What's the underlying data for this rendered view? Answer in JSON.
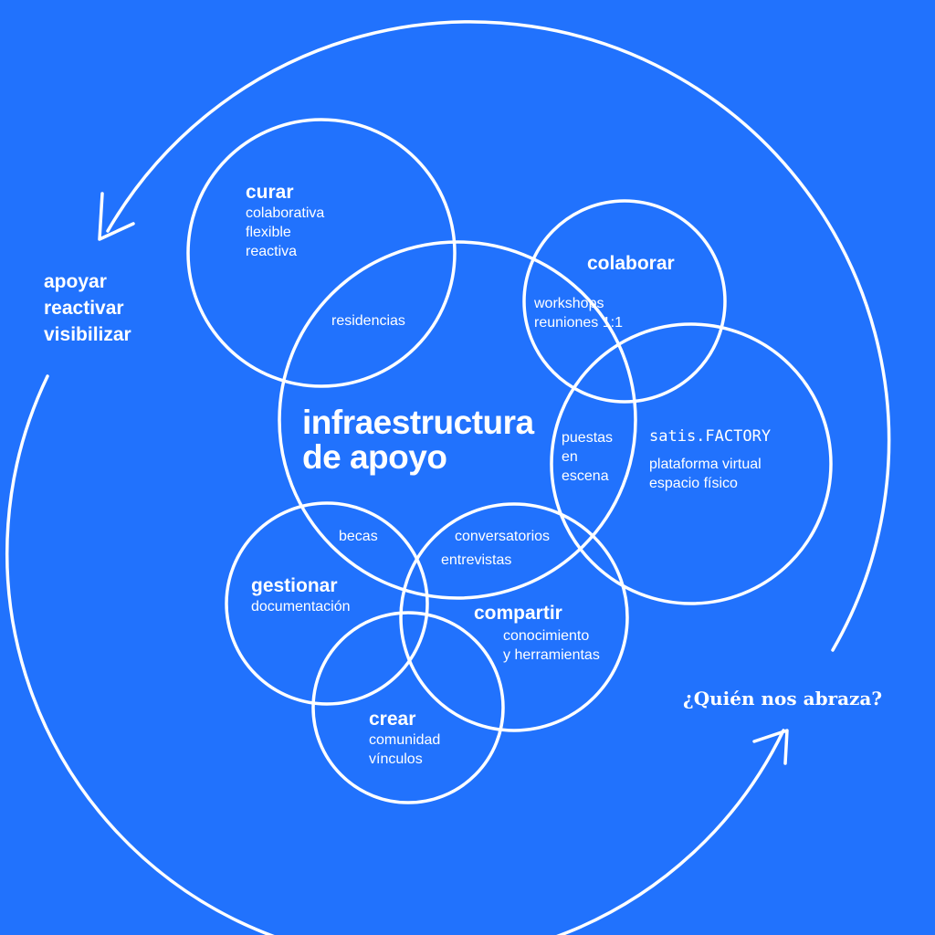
{
  "colors": {
    "background": "#2172fd",
    "foreground": "#ffffff"
  },
  "outer_cycle": {
    "left_lines": [
      "apoyar",
      "reactivar",
      "visibilizar"
    ],
    "question": "¿Quién nos abraza?"
  },
  "center": {
    "lines": [
      "infraestructura",
      "de apoyo"
    ]
  },
  "nodes": {
    "curar": {
      "title": "curar",
      "items": [
        "colaborativa",
        "flexible",
        "reactiva"
      ]
    },
    "colaborar": {
      "title": "colaborar"
    },
    "factory": {
      "title": "satis.FACTORY",
      "items": [
        "plataforma virtual",
        "espacio físico"
      ]
    },
    "gestionar": {
      "title": "gestionar",
      "items": [
        "documentación"
      ]
    },
    "compartir": {
      "title": "compartir",
      "items": [
        "conocimiento",
        "y herramientas"
      ]
    },
    "crear": {
      "title": "crear",
      "items": [
        "comunidad",
        "vínculos"
      ]
    }
  },
  "overlaps": {
    "residencias": "residencias",
    "workshops": [
      "workshops",
      "reuniones 1:1"
    ],
    "puestas": [
      "puestas",
      "en",
      "escena"
    ],
    "becas": "becas",
    "conversatorios": [
      "conversatorios",
      "entrevistas"
    ]
  }
}
